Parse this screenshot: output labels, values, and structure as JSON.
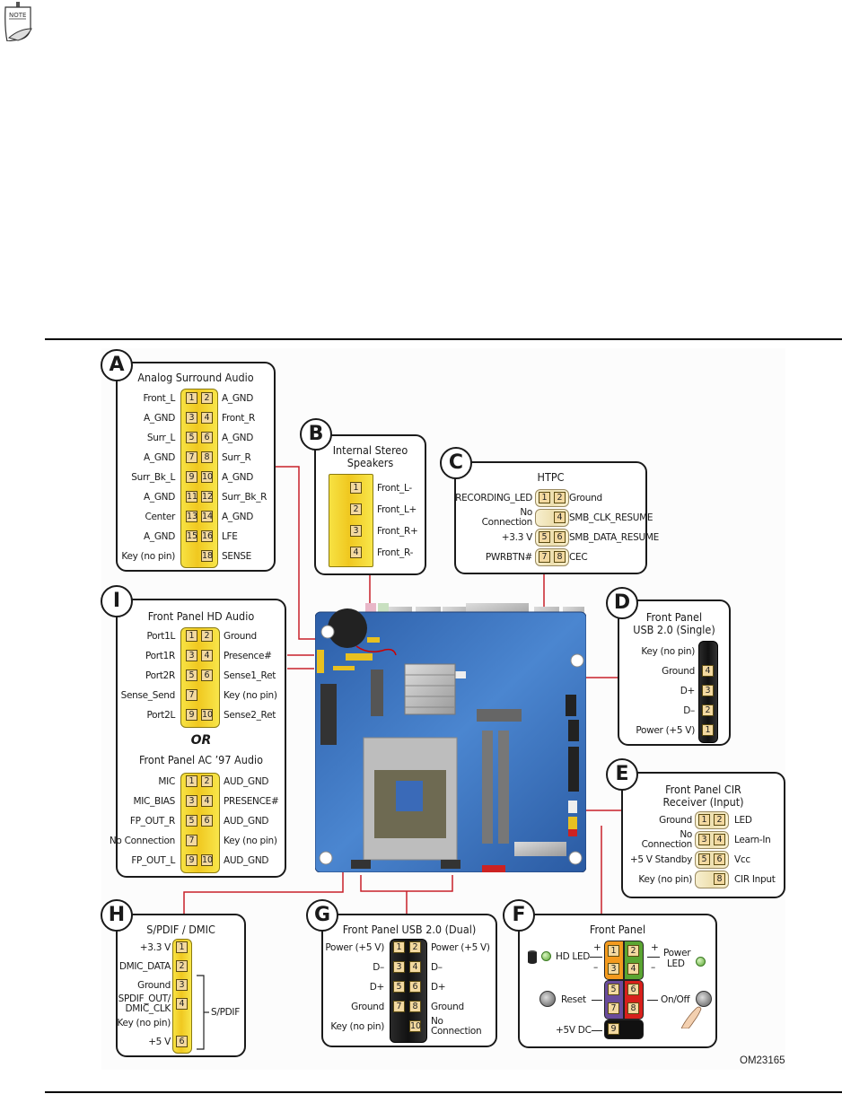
{
  "note": {
    "icon": "note-icon",
    "label": "NOTE"
  },
  "figure_id": "OM23165",
  "wire_color": "#c8202a",
  "connectors": {
    "A": {
      "badge": "A",
      "title": "Analog Surround Audio",
      "rows": [
        {
          "left": "Front_L",
          "pins": [
            "1",
            "2"
          ],
          "right": "A_GND"
        },
        {
          "left": "A_GND",
          "pins": [
            "3",
            "4"
          ],
          "right": "Front_R"
        },
        {
          "left": "Surr_L",
          "pins": [
            "5",
            "6"
          ],
          "right": "A_GND"
        },
        {
          "left": "A_GND",
          "pins": [
            "7",
            "8"
          ],
          "right": "Surr_R"
        },
        {
          "left": "Surr_Bk_L",
          "pins": [
            "9",
            "10"
          ],
          "right": "A_GND"
        },
        {
          "left": "A_GND",
          "pins": [
            "11",
            "12"
          ],
          "right": "Surr_Bk_R"
        },
        {
          "left": "Center",
          "pins": [
            "13",
            "14"
          ],
          "right": "A_GND"
        },
        {
          "left": "A_GND",
          "pins": [
            "15",
            "16"
          ],
          "right": "LFE"
        },
        {
          "left": "Key (no pin)",
          "pins": [
            "",
            "18"
          ],
          "right": "SENSE"
        }
      ]
    },
    "B": {
      "badge": "B",
      "title_line1": "Internal Stereo",
      "title_line2": "Speakers",
      "rows": [
        {
          "pin": "1",
          "right": "Front_L-"
        },
        {
          "pin": "2",
          "right": "Front_L+"
        },
        {
          "pin": "3",
          "right": "Front_R+"
        },
        {
          "pin": "4",
          "right": "Front_R-"
        }
      ]
    },
    "C": {
      "badge": "C",
      "title": "HTPC",
      "rows": [
        {
          "left": "RECORDING_LED",
          "pins": [
            "1",
            "2"
          ],
          "right": "Ground"
        },
        {
          "left_line1": "No",
          "left_line2": "Connection",
          "pins": [
            "",
            "4"
          ],
          "right": "SMB_CLK_RESUME"
        },
        {
          "left": "+3.3 V",
          "pins": [
            "5",
            "6"
          ],
          "right": "SMB_DATA_RESUME"
        },
        {
          "left": "PWRBTN#",
          "pins": [
            "7",
            "8"
          ],
          "right": "CEC"
        }
      ]
    },
    "D": {
      "badge": "D",
      "title_line1": "Front Panel",
      "title_line2": "USB 2.0 (Single)",
      "rows": [
        {
          "left": "Key (no pin)",
          "pin": ""
        },
        {
          "left": "Ground",
          "pin": "4"
        },
        {
          "left": "D+",
          "pin": "3"
        },
        {
          "left": "D–",
          "pin": "2"
        },
        {
          "left": "Power (+5 V)",
          "pin": "1"
        }
      ]
    },
    "E": {
      "badge": "E",
      "title_line1": "Front Panel CIR",
      "title_line2": "Receiver (Input)",
      "rows": [
        {
          "left": "Ground",
          "pins": [
            "1",
            "2"
          ],
          "right": "LED"
        },
        {
          "left_line1": "No",
          "left_line2": "Connection",
          "pins": [
            "3",
            "4"
          ],
          "right": "Learn-In"
        },
        {
          "left": "+5 V Standby",
          "pins": [
            "5",
            "6"
          ],
          "right": "Vcc"
        },
        {
          "left": "Key (no pin)",
          "pins": [
            "",
            "8"
          ],
          "right": "CIR Input"
        }
      ]
    },
    "F": {
      "badge": "F",
      "title": "Front Panel",
      "hd_led": "HD LED",
      "power_led_line1": "Power",
      "power_led_line2": "LED",
      "reset": "Reset",
      "on_off": "On/Off",
      "plus5vdc": "+5V DC",
      "plus": "+",
      "minus": "–",
      "pins": [
        "1",
        "2",
        "3",
        "4",
        "5",
        "6",
        "7",
        "8",
        "9"
      ],
      "colors": {
        "hd_led": "#f39a1e",
        "power_led": "#5aa532",
        "reset": "#6a4c9c",
        "on_off": "#d8201c",
        "power": "#111111"
      }
    },
    "G": {
      "badge": "G",
      "title": "Front Panel USB 2.0 (Dual)",
      "rows": [
        {
          "left": "Power (+5 V)",
          "pins": [
            "1",
            "2"
          ],
          "right": "Power (+5 V)"
        },
        {
          "left": "D–",
          "pins": [
            "3",
            "4"
          ],
          "right": "D–"
        },
        {
          "left": "D+",
          "pins": [
            "5",
            "6"
          ],
          "right": "D+"
        },
        {
          "left": "Ground",
          "pins": [
            "7",
            "8"
          ],
          "right": "Ground"
        },
        {
          "left": "Key (no pin)",
          "pins": [
            "",
            "10"
          ],
          "right_line1": "No",
          "right_line2": "Connection"
        }
      ]
    },
    "H": {
      "badge": "H",
      "title": "S/PDIF / DMIC",
      "rows": [
        {
          "left": "+3.3 V",
          "pin": "1"
        },
        {
          "left": "DMIC_DATA",
          "pin": "2"
        },
        {
          "left": "Ground",
          "pin": "3"
        },
        {
          "left_line1": "SPDIF_OUT/",
          "left_line2": "DMIC_CLK",
          "pin": "4"
        },
        {
          "left": "Key (no pin)",
          "pin": ""
        },
        {
          "left": "+5 V",
          "pin": "6"
        }
      ],
      "bracket_label": "S/PDIF"
    },
    "I": {
      "badge": "I",
      "title": "Front Panel HD Audio",
      "rows": [
        {
          "left": "Port1L",
          "pins": [
            "1",
            "2"
          ],
          "right": "Ground"
        },
        {
          "left": "Port1R",
          "pins": [
            "3",
            "4"
          ],
          "right": "Presence#"
        },
        {
          "left": "Port2R",
          "pins": [
            "5",
            "6"
          ],
          "right": "Sense1_Ret"
        },
        {
          "left": "Sense_Send",
          "pins": [
            "7",
            ""
          ],
          "right": "Key (no pin)"
        },
        {
          "left": "Port2L",
          "pins": [
            "9",
            "10"
          ],
          "right": "Sense2_Ret"
        }
      ],
      "or_label": "OR",
      "title2": "Front Panel AC ’97 Audio",
      "rows2": [
        {
          "left": "MIC",
          "pins": [
            "1",
            "2"
          ],
          "right": "AUD_GND"
        },
        {
          "left": "MIC_BIAS",
          "pins": [
            "3",
            "4"
          ],
          "right": "PRESENCE#"
        },
        {
          "left": "FP_OUT_R",
          "pins": [
            "5",
            "6"
          ],
          "right": "AUD_GND"
        },
        {
          "left": "No Connection",
          "pins": [
            "7",
            ""
          ],
          "right": "Key (no pin)"
        },
        {
          "left": "FP_OUT_L",
          "pins": [
            "9",
            "10"
          ],
          "right": "AUD_GND"
        }
      ]
    }
  }
}
